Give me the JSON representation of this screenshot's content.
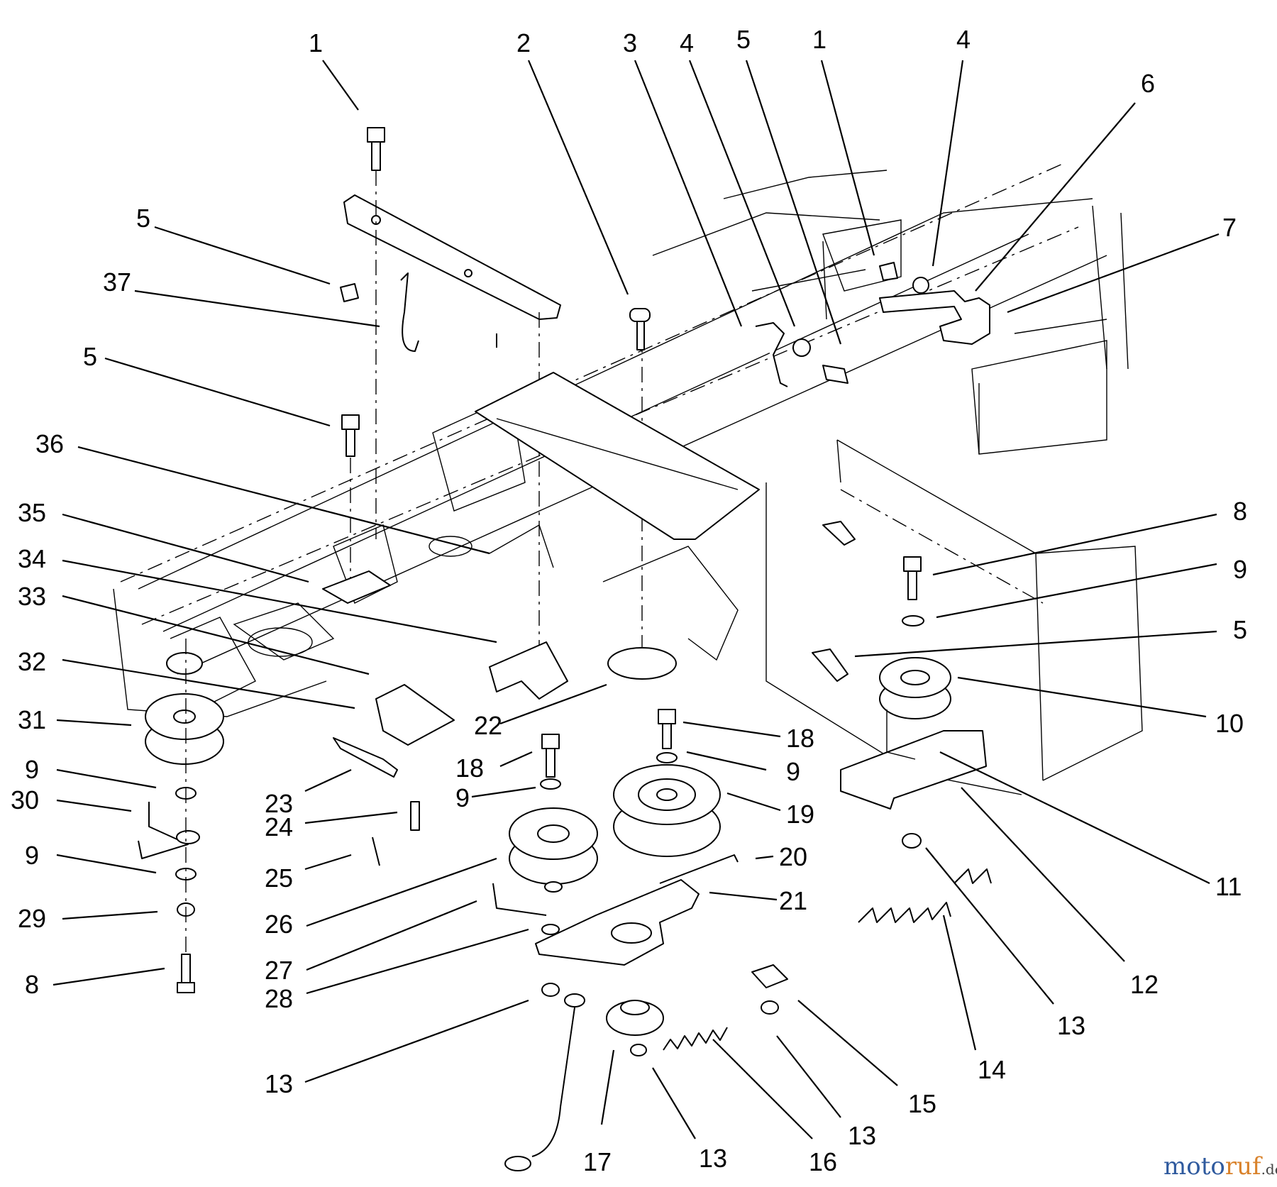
{
  "callouts": [
    {
      "id": "c1a",
      "label": "1"
    },
    {
      "id": "c2",
      "label": "2"
    },
    {
      "id": "c3",
      "label": "3"
    },
    {
      "id": "c4a",
      "label": "4"
    },
    {
      "id": "c5a",
      "label": "5"
    },
    {
      "id": "c1b",
      "label": "1"
    },
    {
      "id": "c4b",
      "label": "4"
    },
    {
      "id": "c6",
      "label": "6"
    },
    {
      "id": "c7",
      "label": "7"
    },
    {
      "id": "c5b",
      "label": "5"
    },
    {
      "id": "c37",
      "label": "37"
    },
    {
      "id": "c5c",
      "label": "5"
    },
    {
      "id": "c36",
      "label": "36"
    },
    {
      "id": "c35",
      "label": "35"
    },
    {
      "id": "c34",
      "label": "34"
    },
    {
      "id": "c33",
      "label": "33"
    },
    {
      "id": "c32",
      "label": "32"
    },
    {
      "id": "c31",
      "label": "31"
    },
    {
      "id": "c9a",
      "label": "9"
    },
    {
      "id": "c30",
      "label": "30"
    },
    {
      "id": "c9b",
      "label": "9"
    },
    {
      "id": "c29",
      "label": "29"
    },
    {
      "id": "c8a",
      "label": "8"
    },
    {
      "id": "c23",
      "label": "23"
    },
    {
      "id": "c24",
      "label": "24"
    },
    {
      "id": "c25",
      "label": "25"
    },
    {
      "id": "c22",
      "label": "22"
    },
    {
      "id": "c18a",
      "label": "18"
    },
    {
      "id": "c9c",
      "label": "9"
    },
    {
      "id": "c26",
      "label": "26"
    },
    {
      "id": "c27",
      "label": "27"
    },
    {
      "id": "c28",
      "label": "28"
    },
    {
      "id": "c13a",
      "label": "13"
    },
    {
      "id": "c18b",
      "label": "18"
    },
    {
      "id": "c9d",
      "label": "9"
    },
    {
      "id": "c19",
      "label": "19"
    },
    {
      "id": "c20",
      "label": "20"
    },
    {
      "id": "c21",
      "label": "21"
    },
    {
      "id": "c8b",
      "label": "8"
    },
    {
      "id": "c9e",
      "label": "9"
    },
    {
      "id": "c5d",
      "label": "5"
    },
    {
      "id": "c10",
      "label": "10"
    },
    {
      "id": "c11",
      "label": "11"
    },
    {
      "id": "c12",
      "label": "12"
    },
    {
      "id": "c13b",
      "label": "13"
    },
    {
      "id": "c14",
      "label": "14"
    },
    {
      "id": "c15",
      "label": "15"
    },
    {
      "id": "c13c",
      "label": "13"
    },
    {
      "id": "c16",
      "label": "16"
    },
    {
      "id": "c13d",
      "label": "13"
    },
    {
      "id": "c17",
      "label": "17"
    }
  ],
  "watermark": {
    "part1": "moto",
    "part2": "ruf",
    "suffix": ".de",
    "colors": {
      "moto": "#2f5a9e",
      "ruf": "#d9822b",
      "suffix": "#444444"
    }
  }
}
